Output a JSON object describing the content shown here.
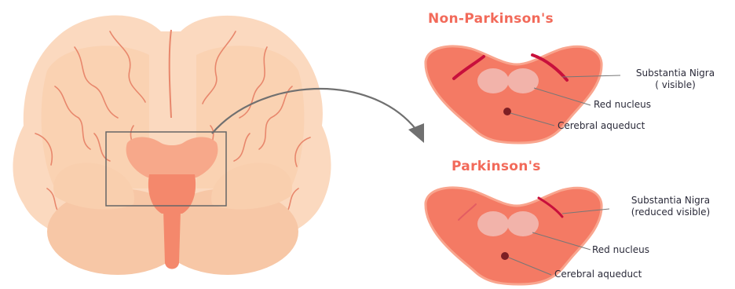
{
  "colors": {
    "brain_outer": "#fbd9bf",
    "brain_inner": "#f7c7a6",
    "brain_vessels": "#e8876c",
    "midbrain_light": "#f7a88a",
    "midbrain_dark": "#f4886c",
    "title_red": "#f26a5a",
    "section_fill": "#f47a64",
    "section_edge": "#f9a58e",
    "nucleus_fill": "#f2b3aa",
    "nigra": "#c8103c",
    "aqueduct": "#7d1f24",
    "label_text": "#2b2b3a",
    "arrow": "#707070"
  },
  "icons": {
    "brain": "brain-icon",
    "arrow": "curved-arrow-icon"
  },
  "panels": {
    "top": {
      "title": "Non-Parkinson's",
      "label_nigra_line1": "Substantia Nigra",
      "label_nigra_line2": "( visible)",
      "label_red_nucleus": "Red nucleus",
      "label_aqueduct": "Cerebral aqueduct"
    },
    "bottom": {
      "title": "Parkinson's",
      "label_nigra_line1": "Substantia Nigra",
      "label_nigra_line2": "(reduced visible)",
      "label_red_nucleus": "Red nucleus",
      "label_aqueduct": "Cerebral aqueduct"
    }
  }
}
